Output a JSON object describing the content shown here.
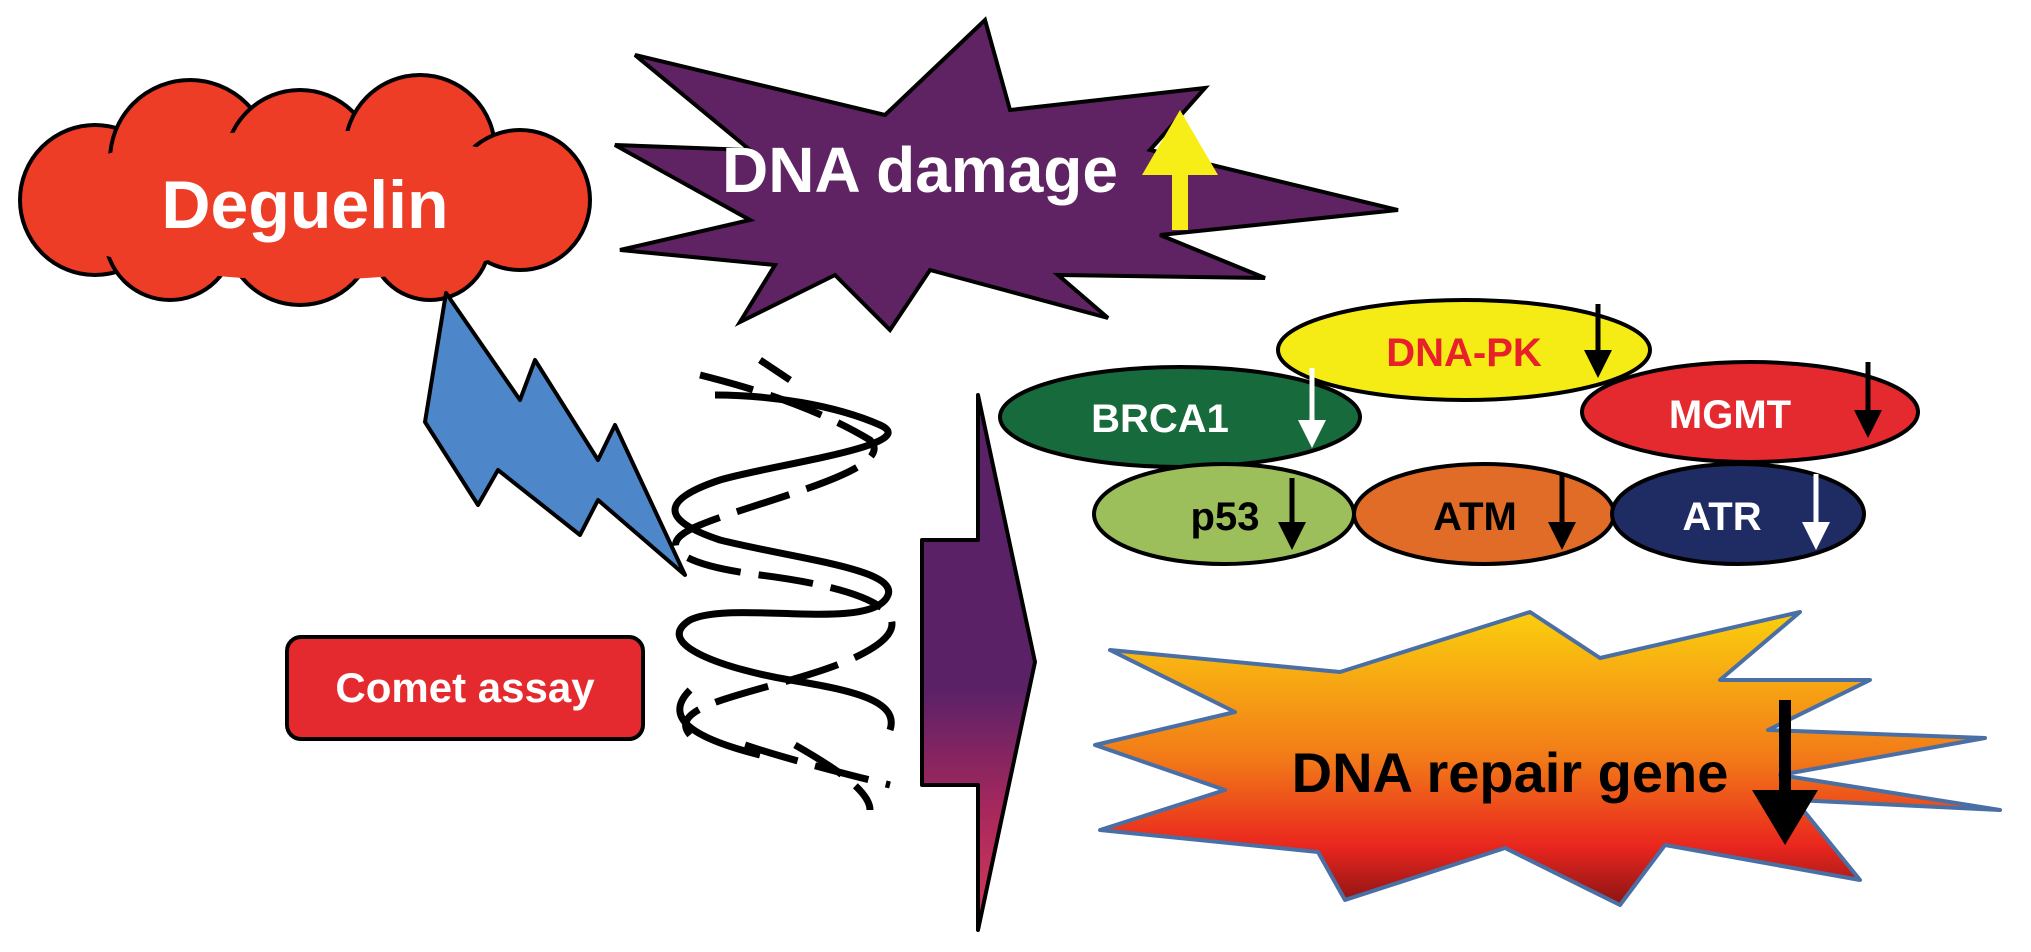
{
  "labels": {
    "deguelin": "Deguelin",
    "dna_damage": "DNA damage",
    "comet_assay": "Comet assay",
    "dna_repair_gene": "DNA repair gene"
  },
  "genes": [
    {
      "name": "DNA-PK",
      "fill": "#f6ec15",
      "text_color": "#e8202a",
      "arrow": "#000000"
    },
    {
      "name": "BRCA1",
      "fill": "#176a3b",
      "text_color": "#ffffff",
      "arrow": "#ffffff"
    },
    {
      "name": "MGMT",
      "fill": "#e52a2f",
      "text_color": "#ffffff",
      "arrow": "#000000"
    },
    {
      "name": "p53",
      "fill": "#9cbe5b",
      "text_color": "#000000",
      "arrow": "#000000"
    },
    {
      "name": "ATM",
      "fill": "#e06c28",
      "text_color": "#000000",
      "arrow": "#000000"
    },
    {
      "name": "ATR",
      "fill": "#1f2b63",
      "text_color": "#ffffff",
      "arrow": "#ffffff"
    }
  ],
  "colors": {
    "deguelin_cloud": "#ee3d26",
    "dna_damage_burst": "#5f2364",
    "up_arrow": "#f7ee17",
    "lightning": "#4e87c9",
    "comet_box": "#e52a2f",
    "big_arrow_top": "#5b2167",
    "big_arrow_bottom": "#d73a5a",
    "repair_burst_top": "#fbcf0e",
    "repair_burst_bottom": "#8a1414"
  }
}
